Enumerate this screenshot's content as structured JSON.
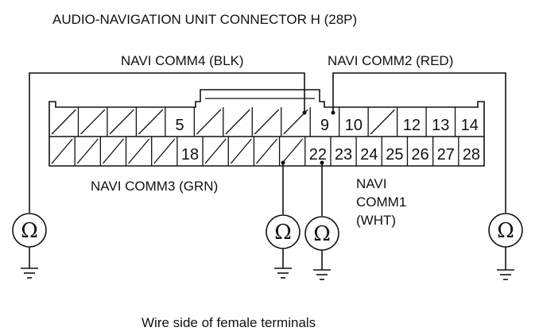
{
  "title": "AUDIO-NAVIGATION UNIT CONNECTOR H (28P)",
  "caption": "Wire side of female terminals",
  "labels": {
    "comm4": "NAVI COMM4 (BLK)",
    "comm2": "NAVI COMM2 (RED)",
    "comm3": "NAVI COMM3 (GRN)",
    "comm1_line1": "NAVI",
    "comm1_line2": "COMM1",
    "comm1_line3": "(WHT)"
  },
  "omega_symbol": "Ω",
  "connector": {
    "top_row": [
      "",
      "",
      "",
      "",
      "5",
      "",
      "",
      "",
      "",
      "9",
      "10",
      "",
      "12",
      "13",
      "14"
    ],
    "bottom_row": [
      "",
      "",
      "",
      "",
      "",
      "18",
      "",
      "",
      "",
      "",
      "22",
      "23",
      "24",
      "25",
      "26",
      "27",
      "28"
    ]
  }
}
